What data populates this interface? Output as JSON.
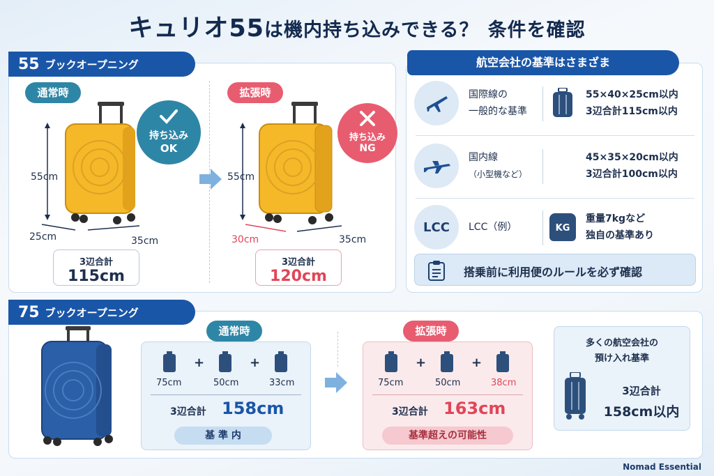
{
  "title": {
    "main": "キュリオ55",
    "rest": "は機内持ち込みできる？",
    "tail": "条件を確認"
  },
  "section55": {
    "ribbon_num": "55",
    "ribbon_label": "ブックオープニング",
    "normal": {
      "label": "通常時",
      "height": "55cm",
      "depth": "25cm",
      "width": "35cm",
      "total_label": "3辺合計",
      "total_value": "115cm",
      "verdict_line1": "持ち込み",
      "verdict_line2": "OK"
    },
    "expanded": {
      "label": "拡張時",
      "height": "55cm",
      "depth": "30cm",
      "width": "35cm",
      "total_label": "3辺合計",
      "total_value": "120cm",
      "verdict_line1": "持ち込み",
      "verdict_line2": "NG"
    }
  },
  "airline": {
    "header": "航空会社の基準はさまざま",
    "rows": [
      {
        "name1": "国際線の",
        "name2": "一般的な基準",
        "rule1": "55×40×25cm以内",
        "rule2": "3辺合計115cm以内"
      },
      {
        "name1": "国内線",
        "name2": "（小型機など）",
        "rule1": "45×35×20cm以内",
        "rule2": "3辺合計100cm以内"
      },
      {
        "icon_text": "LCC",
        "name1": "LCC（例）",
        "kg": "KG",
        "rule1": "重量7kgなど",
        "rule2": "独自の基準あり"
      }
    ],
    "note": "搭乗前に利用便のルールを必ず確認"
  },
  "section75": {
    "ribbon_num": "75",
    "ribbon_label": "ブックオープニング",
    "normal": {
      "label": "通常時",
      "dims": [
        "75cm",
        "50cm",
        "33cm"
      ],
      "total_label": "3辺合計",
      "total_value": "158cm",
      "badge": "基 準 内"
    },
    "expanded": {
      "label": "拡張時",
      "dims": [
        "75cm",
        "50cm",
        "38cm"
      ],
      "total_label": "3辺合計",
      "total_value": "163cm",
      "badge": "基準超えの可能性"
    },
    "checked": {
      "line1": "多くの航空会社の",
      "line2": "預け入れ基準",
      "total_label": "3辺合計",
      "total_value": "158cm以内"
    }
  },
  "footer": "Nomad Essential",
  "colors": {
    "navy": "#1a56a8",
    "teal": "#2e86a6",
    "pink": "#e85c70",
    "yellow": "#f5b829",
    "blue_case": "#2b5fa8"
  }
}
